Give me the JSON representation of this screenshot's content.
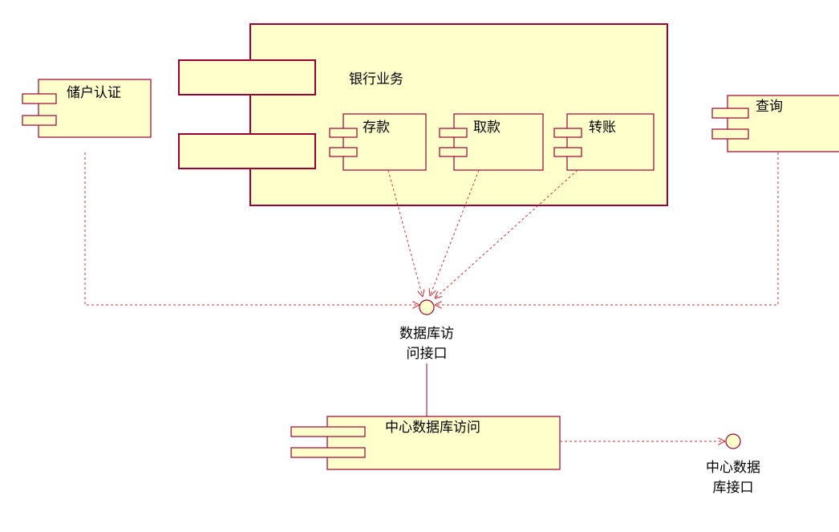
{
  "components": {
    "user_auth": "储户认证",
    "bank_business": "银行业务",
    "deposit": "存款",
    "withdraw": "取款",
    "transfer": "转账",
    "query": "查询",
    "central_db_access": "中心数据库访问"
  },
  "interfaces": {
    "db_access_line1": "数据库访",
    "db_access_line2": "问接口",
    "central_db_line1": "中心数据",
    "central_db_line2": "库接口"
  },
  "colors": {
    "fill": "#ffffcc",
    "stroke": "#990033",
    "dependency": "#cc3333"
  }
}
